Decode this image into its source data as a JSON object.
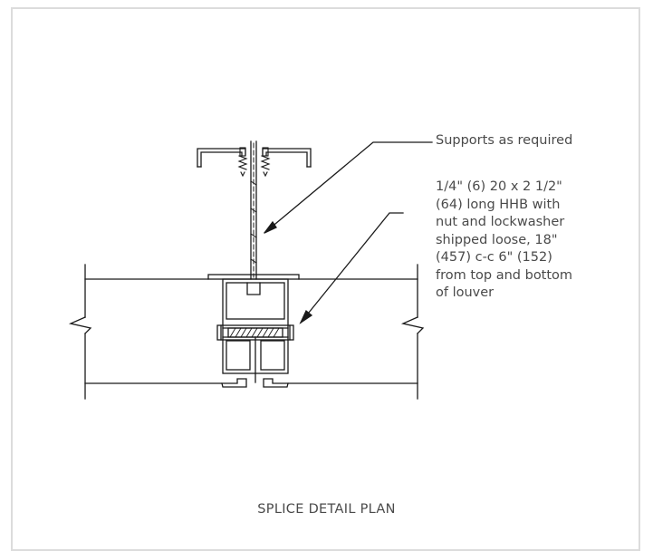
{
  "drawing": {
    "callouts": {
      "supports": "Supports as required",
      "bolt": "1/4\" (6) 20 x 2 1/2\"\n(64) long HHB with\nnut and lockwasher\nshipped loose, 18\"\n(457) c-c 6\" (152)\nfrom top and bottom\nof louver"
    },
    "caption": "SPLICE DETAIL PLAN"
  },
  "colors": {
    "line": "#1a1a1a",
    "text": "#4a4a4a",
    "frame": "#dcdcdc"
  }
}
